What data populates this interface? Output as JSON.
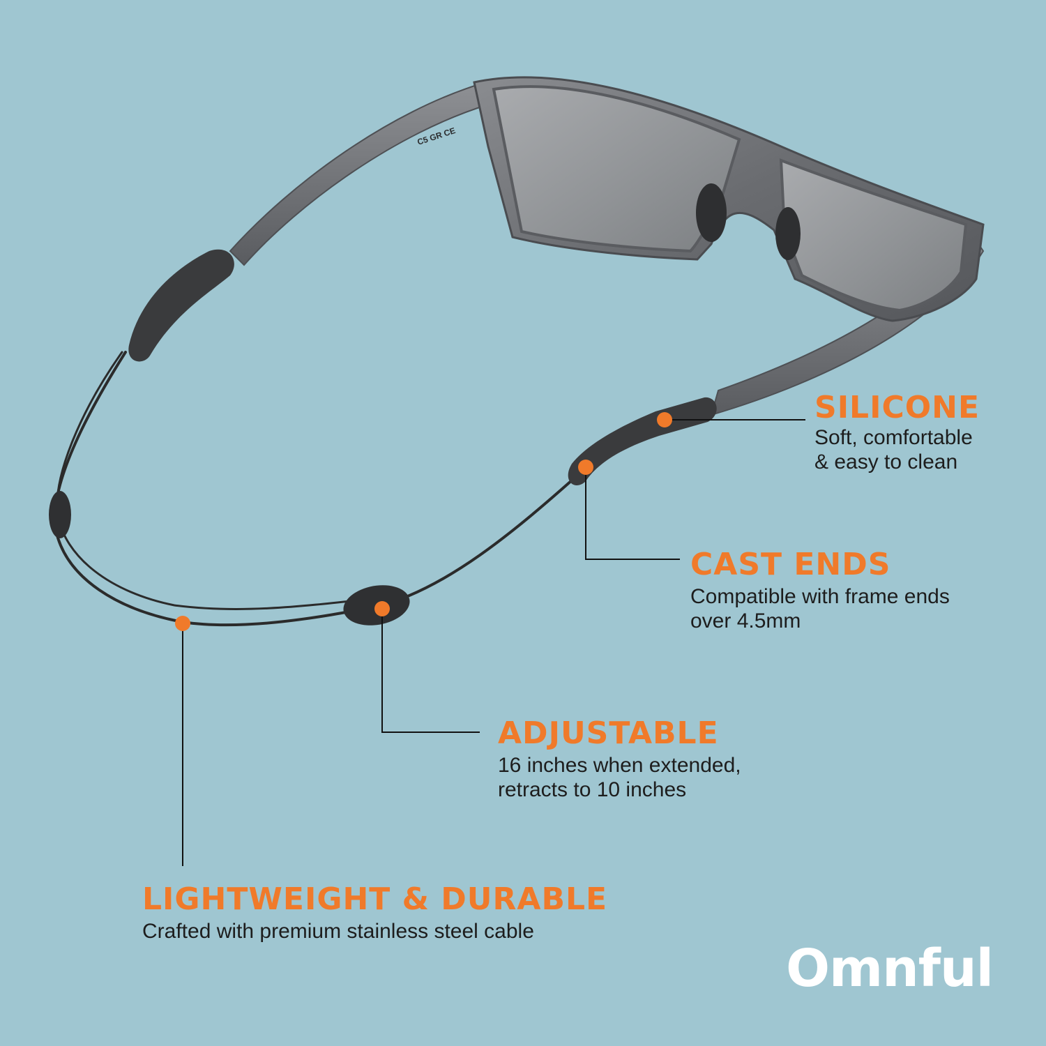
{
  "colors": {
    "background": "#9fc6d1",
    "accent": "#f07a2a",
    "text": "#1d1d1d",
    "brand": "#ffffff",
    "frame": "#6e7074",
    "lens": "#8c8f93",
    "silicone": "#3a3b3d",
    "cable": "#2b2b2b"
  },
  "product_image": {
    "frame_imprint": "C5 GR CE"
  },
  "features": {
    "silicone": {
      "title": "SILICONE",
      "desc": [
        "Soft, comfortable",
        "& easy to clean"
      ]
    },
    "cast_ends": {
      "title": "CAST ENDS",
      "desc": [
        "Compatible with frame ends",
        "over 4.5mm"
      ]
    },
    "adjustable": {
      "title": "ADJUSTABLE",
      "desc": [
        "16 inches when extended,",
        "retracts to 10 inches"
      ]
    },
    "lightweight": {
      "title": "LIGHTWEIGHT & DURABLE",
      "desc": [
        "Crafted with premium stainless steel cable"
      ]
    }
  },
  "brand": {
    "name": "Omnful"
  }
}
